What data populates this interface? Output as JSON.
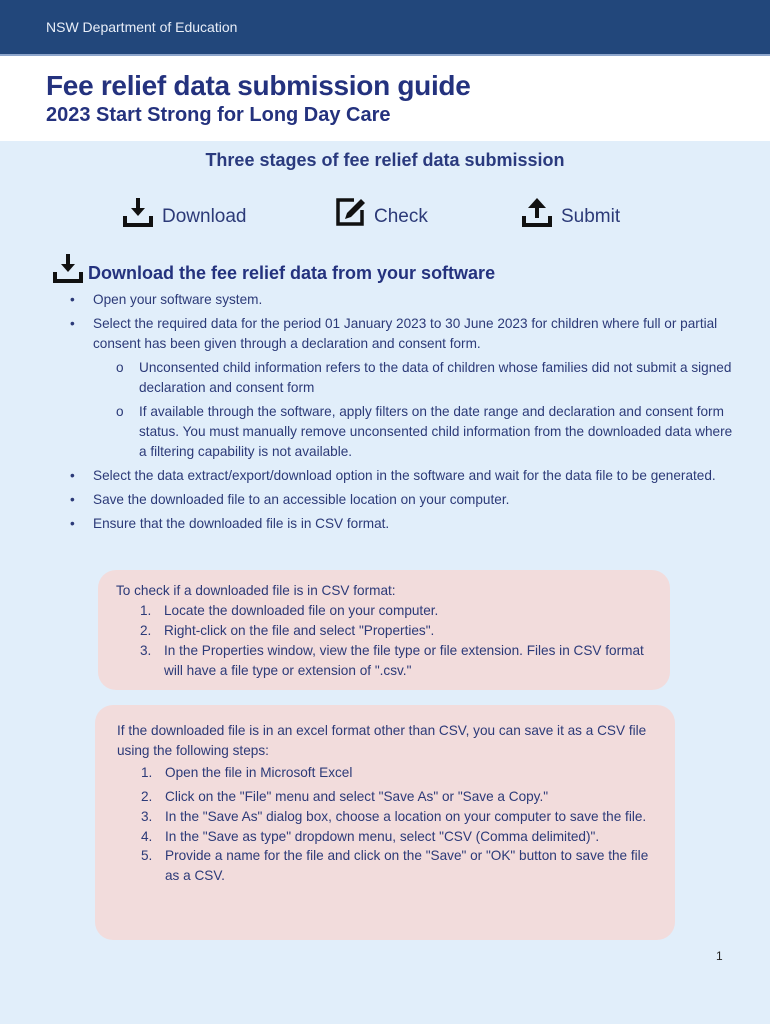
{
  "header": {
    "org": "NSW Department of Education"
  },
  "title": "Fee relief data submission guide",
  "subtitle": "2023 Start Strong for Long Day Care",
  "stages": {
    "heading": "Three stages of fee relief data submission",
    "items": [
      {
        "label": "Download",
        "icon": "download-icon"
      },
      {
        "label": "Check",
        "icon": "edit-check-icon"
      },
      {
        "label": "Submit",
        "icon": "upload-icon"
      }
    ]
  },
  "section": {
    "heading": "Download the fee relief data from your software",
    "bullets": [
      "Open your software system.",
      "Select the required data for the period 01 January 2023 to 30 June 2023 for children where full or partial consent has been given through a declaration and consent form.",
      "Select the data extract/export/download option in the software and wait for the data file to be generated.",
      "Save the downloaded file to an accessible location on your computer.",
      "Ensure that the downloaded file is in CSV format."
    ],
    "sub_bullets": [
      "Unconsented child information refers to the data of children whose families did not submit a signed declaration and consent form",
      "If available through the software, apply filters on the date range and declaration and consent form status. You must manually remove unconsented child information from the downloaded data where a filtering capability is not available."
    ]
  },
  "box1": {
    "intro": "To check if a downloaded file is in CSV format:",
    "steps": [
      "Locate the downloaded file on your computer.",
      "Right-click on the file and select \"Properties\".",
      "In the Properties window, view the file type or file extension. Files in CSV format will have a file type or extension of \".csv.\""
    ]
  },
  "box2": {
    "intro": "If the downloaded file is in an excel format other than CSV, you can save it as a CSV file using the following steps:",
    "steps": [
      "Open the file in Microsoft Excel",
      "Click on the \"File\" menu and select \"Save As\" or \"Save a Copy.\"",
      "In the \"Save As\" dialog box, choose a location on your computer to save the file.",
      "In the \"Save as type\" dropdown menu, select \"CSV (Comma delimited)\".",
      "Provide a name for the file and click on the \"Save\" or \"OK\" button to save the file as a CSV."
    ]
  },
  "page_number": "1",
  "colors": {
    "header": "#22477b",
    "background": "#e1eefa",
    "callout": "#f2dcdc",
    "heading": "#24327e"
  }
}
